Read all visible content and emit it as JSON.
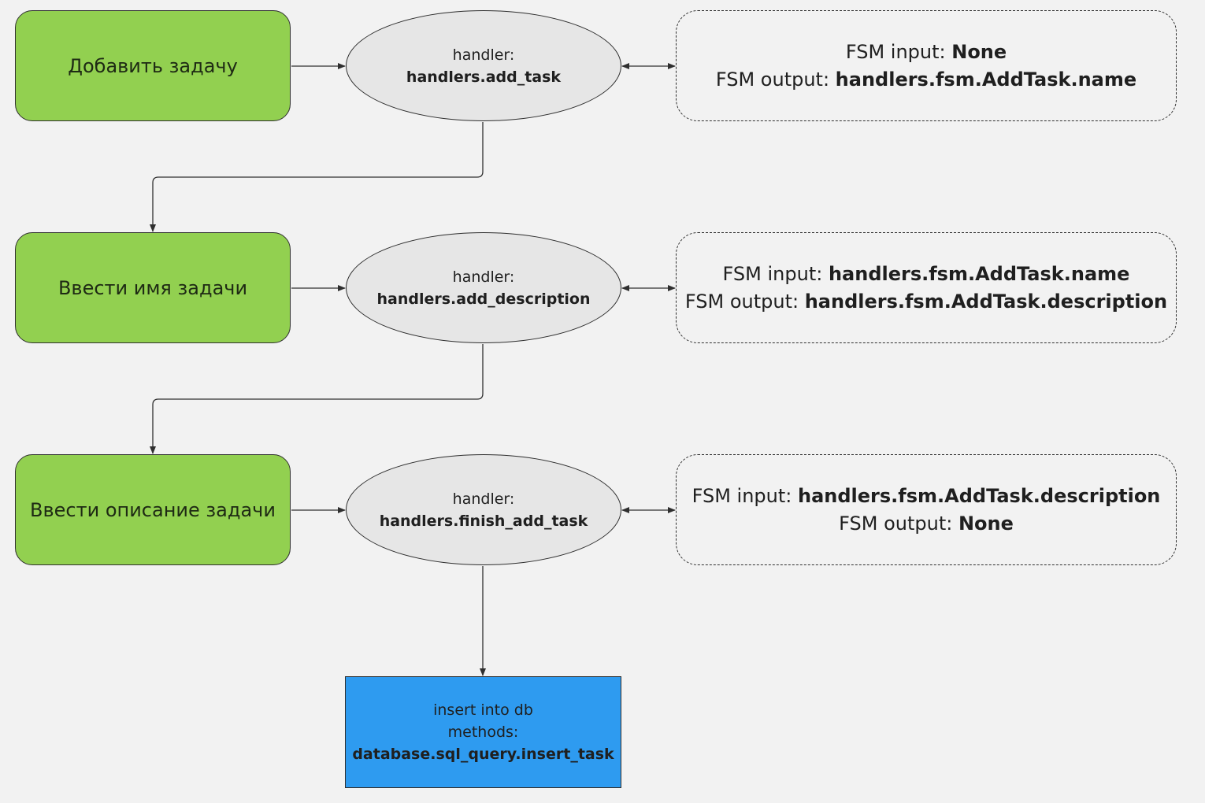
{
  "rows": [
    {
      "step": "Добавить задачу",
      "handler_label": "handler:",
      "handler_name": "handlers.add_task",
      "fsm_input_label": "FSM input: ",
      "fsm_input_value": "None",
      "fsm_output_label": "FSM output: ",
      "fsm_output_value": "handlers.fsm.AddTask.name"
    },
    {
      "step": "Ввести имя задачи",
      "handler_label": "handler:",
      "handler_name": "handlers.add_description",
      "fsm_input_label": "FSM input: ",
      "fsm_input_value": "handlers.fsm.AddTask.name",
      "fsm_output_label": "FSM output: ",
      "fsm_output_value": "handlers.fsm.AddTask.description"
    },
    {
      "step": "Ввести описание задачи",
      "handler_label": "handler:",
      "handler_name": "handlers.finish_add_task",
      "fsm_input_label": "FSM input: ",
      "fsm_input_value": "handlers.fsm.AddTask.description",
      "fsm_output_label": "FSM output: ",
      "fsm_output_value": "None"
    }
  ],
  "db": {
    "line1": "insert into db",
    "line2": "methods:",
    "method": "database.sql_query.insert_task"
  },
  "colors": {
    "background": "#f2f2f2",
    "step_fill": "#92d050",
    "handler_fill": "#e6e6e6",
    "db_fill": "#2e9bf0",
    "stroke": "#2f2f2f"
  }
}
